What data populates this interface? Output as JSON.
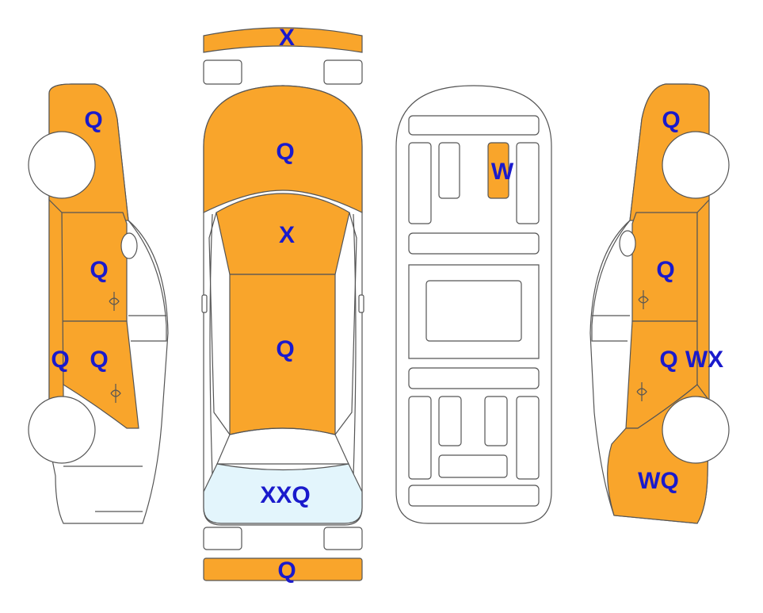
{
  "colors": {
    "damaged": "#F9A52B",
    "glass_damaged": "#E3F5FC",
    "code_text": "#1A1ACC",
    "outline": "#555555",
    "background": "#FFFFFF"
  },
  "panels": {
    "front_bumper": {
      "code": "X",
      "damaged": true
    },
    "hood": {
      "code": "Q",
      "damaged": true
    },
    "windshield": {
      "code": "X",
      "damaged": true
    },
    "roof": {
      "code": "Q",
      "damaged": true
    },
    "rear_window": {
      "code": "XXQ",
      "damaged": true
    },
    "rear_bumper": {
      "code": "Q",
      "damaged": true
    },
    "underbody_part": {
      "code": "W",
      "damaged": true
    },
    "left_front_fender": {
      "code": "Q",
      "damaged": true
    },
    "left_front_door": {
      "code": "Q",
      "damaged": true
    },
    "left_rear_door": {
      "code": "Q",
      "damaged": true
    },
    "left_rocker": {
      "code": "Q",
      "damaged": true
    },
    "right_front_fender": {
      "code": "Q",
      "damaged": true
    },
    "right_front_door": {
      "code": "Q",
      "damaged": true
    },
    "right_rear_door": {
      "code": "Q",
      "damaged": true
    },
    "right_rocker": {
      "code": "WX",
      "damaged": true
    },
    "right_rear_quarter": {
      "code": "WQ",
      "damaged": true
    }
  }
}
